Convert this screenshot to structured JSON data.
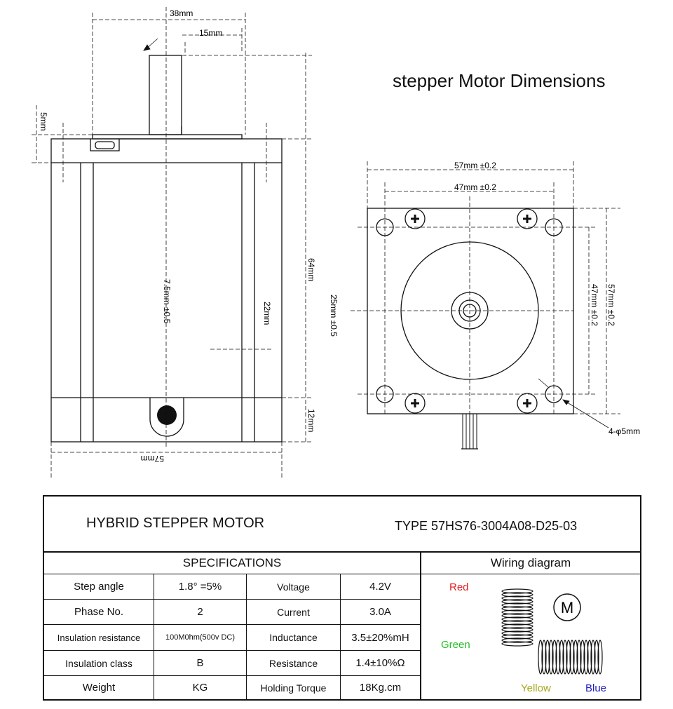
{
  "drawing": {
    "title": "stepper Motor Dimensions",
    "side_view": {
      "dim_top_total": "38mm",
      "dim_top_shaft": "15mm",
      "dim_left_small": "5mm",
      "dim_center_vertical": "7.5mm ±0.5",
      "dim_inner": "22mm",
      "dim_body_height": "64mm",
      "dim_flat": "25mm ±0.5",
      "dim_bottom_height": "12mm",
      "dim_bottom_width": "57mm"
    },
    "front_view": {
      "dim_outer_width": "57mm  ±0.2",
      "dim_hole_spacing_h": "47mm  ±0.2",
      "dim_hole_spacing_v": "47mm  ±0.2",
      "dim_outer_height": "57mm  ±0.2",
      "hole_callout": "4-φ5mm"
    }
  },
  "table": {
    "product_name": "HYBRID STEPPER MOTOR",
    "type_label": "TYPE 57HS76-3004A08-D25-03",
    "specs_header": "SPECIFICATIONS",
    "wiring_header": "Wiring diagram",
    "rows": [
      {
        "label1": "Step angle",
        "value1": "1.8°  =5%",
        "label2": "Voltage",
        "value2": "4.2V"
      },
      {
        "label1": "Phase No.",
        "value1": "2",
        "label2": "Current",
        "value2": "3.0A"
      },
      {
        "label1": "Insulation resistance",
        "value1": "100M0hm(500v DC)",
        "label2": "Inductance",
        "value2": "3.5±20%mH"
      },
      {
        "label1": "Insulation class",
        "value1": "B",
        "label2": "Resistance",
        "value2": "1.4±10%Ω"
      },
      {
        "label1": "Weight",
        "value1": "KG",
        "label2": "Holding Torque",
        "value2": "18Kg.cm"
      }
    ],
    "wiring": {
      "red": "Red",
      "green": "Green",
      "yellow": "Yellow",
      "blue": "Blue",
      "motor_symbol": "M",
      "colors": {
        "red": "#e02020",
        "green": "#22c022",
        "yellow": "#a8a820",
        "blue": "#2020c0"
      }
    }
  }
}
